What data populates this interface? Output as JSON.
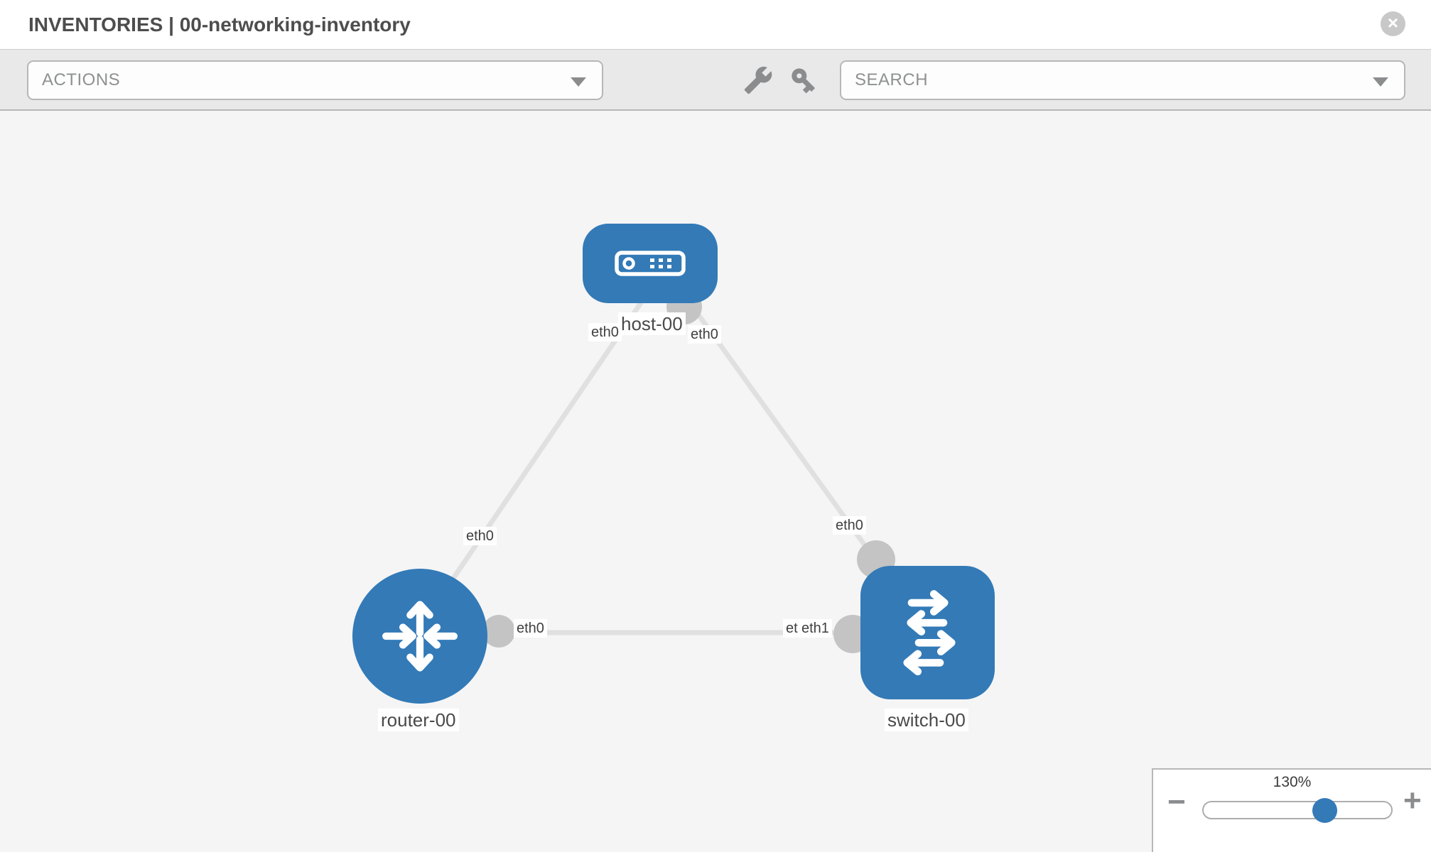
{
  "header": {
    "title": "INVENTORIES | 00-networking-inventory",
    "close_glyph": "×"
  },
  "toolbar": {
    "actions": {
      "label": "ACTIONS"
    },
    "search": {
      "label": "SEARCH"
    },
    "icons": [
      "wrench-icon",
      "key-icon"
    ]
  },
  "topology": {
    "nodes": [
      {
        "label": "host-00",
        "type": "host"
      },
      {
        "label": "router-00",
        "type": "router"
      },
      {
        "label": "switch-00",
        "type": "switch"
      }
    ],
    "links": [
      {
        "from": "host-00",
        "to": "router-00",
        "from_iface": "eth0",
        "to_iface": "eth0"
      },
      {
        "from": "host-00",
        "to": "switch-00",
        "from_iface": "eth0",
        "to_iface": "eth0"
      },
      {
        "from": "router-00",
        "to": "switch-00",
        "from_iface": "eth0",
        "to_iface": "eth1"
      }
    ],
    "interface_labels": [
      {
        "id": "host-eth0-left",
        "text": "eth0"
      },
      {
        "id": "host-eth0-right",
        "text": "eth0"
      },
      {
        "id": "router-eth0-uplink",
        "text": "eth0"
      },
      {
        "id": "switch-eth0-uplink",
        "text": "eth0"
      },
      {
        "id": "router-eth0-lateral",
        "text": "eth0"
      },
      {
        "id": "switch-eth0-lateral-back",
        "text": "eth0"
      },
      {
        "id": "switch-eth1-lateral",
        "text": "eth1"
      }
    ]
  },
  "zoom": {
    "level": "130%",
    "minus_glyph": "−",
    "plus_glyph": "+"
  },
  "colors": {
    "accent": "#337ab7",
    "canvas-bg": "#f5f5f5",
    "toolbar-bg": "#e9e9e9",
    "link": "#e0e0e0",
    "iface": "#c4c4c4",
    "border": "#b7b7b7",
    "muted": "#8e9091",
    "icon": "#8a8c8e",
    "label": "#4a4a4a"
  }
}
